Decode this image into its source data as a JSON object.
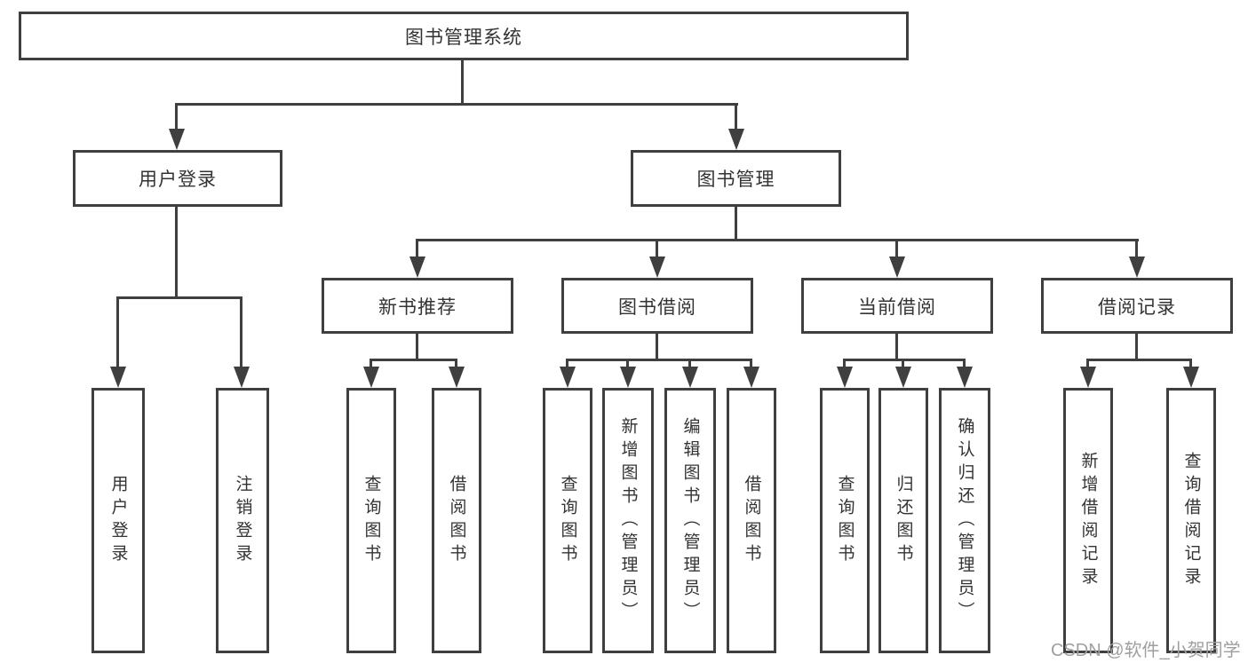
{
  "diagram": {
    "type": "hierarchy-tree",
    "root": {
      "label": "图书管理系统"
    },
    "level1": {
      "user_login": {
        "label": "用户登录"
      },
      "book_mgmt": {
        "label": "图书管理"
      }
    },
    "level2": {
      "new_book": {
        "label": "新书推荐"
      },
      "book_borrow": {
        "label": "图书借阅"
      },
      "current_borrow": {
        "label": "当前借阅"
      },
      "borrow_record": {
        "label": "借阅记录"
      }
    },
    "leaves": {
      "user_login": [
        "用户登录",
        "注销登录"
      ],
      "new_book": [
        "查询图书",
        "借阅图书"
      ],
      "book_borrow": [
        "查询图书",
        "新增图书（管理员）",
        "编辑图书（管理员）",
        "借阅图书"
      ],
      "current_borrow": [
        "查询图书",
        "归还图书",
        "确认归还（管理员）"
      ],
      "borrow_record": [
        "新增借阅记录",
        "查询借阅记录"
      ]
    }
  },
  "watermark": "CSDN @软件_小贺同学",
  "colors": {
    "line": "#3f3f3f",
    "text": "#333333",
    "watermark": "#9f9f9f",
    "background": "#ffffff"
  }
}
